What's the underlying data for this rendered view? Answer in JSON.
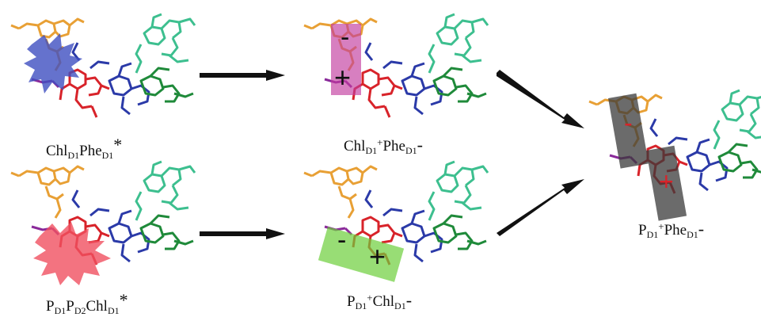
{
  "panels": [
    {
      "id": "chl-phe-excited",
      "label": {
        "base1": "Chl",
        "sub1": "D1",
        "base2": "Phe",
        "sub2": "D1",
        "post": "*"
      }
    },
    {
      "id": "chl-plus-phe-minus",
      "label": {
        "base1": "Chl",
        "sub1": "D1",
        "sup1": "+",
        "base2": "Phe",
        "sub2": "D1",
        "post": "-"
      },
      "signs": {
        "minus": "-",
        "plus": "+"
      }
    },
    {
      "id": "pd1-pd2-chl-excited",
      "label": {
        "base1": "P",
        "sub1": "D1",
        "base2": "P",
        "sub2": "D2",
        "base3": "Chl",
        "sub3": "D1",
        "post": "*"
      }
    },
    {
      "id": "pd1-plus-chl-minus",
      "label": {
        "base1": "P",
        "sub1": "D1",
        "sup1": "+",
        "base2": "Chl",
        "sub2": "D1",
        "post": "-"
      },
      "signs": {
        "minus": "-",
        "plus": "+"
      }
    },
    {
      "id": "pd1-plus-phe-minus",
      "label": {
        "base1": "P",
        "sub1": "D1",
        "sup1": "+",
        "base2": "Phe",
        "sub2": "D1",
        "post": "-"
      },
      "signs": {
        "minus": "-",
        "plus": "+"
      }
    }
  ],
  "colors": {
    "orange": "#e8a035",
    "teal": "#3dbf8f",
    "blue": "#2b3aa8",
    "red": "#d8232a",
    "purple": "#8a2a9a",
    "green": "#1f8a3a",
    "blueCloud": "#3f4fc0",
    "redCloud": "#f05060",
    "pinkBox": "#c23a9e",
    "greenBox": "#6ccf3a",
    "greyBox": "#3a3a3a",
    "arrow": "#111111"
  }
}
